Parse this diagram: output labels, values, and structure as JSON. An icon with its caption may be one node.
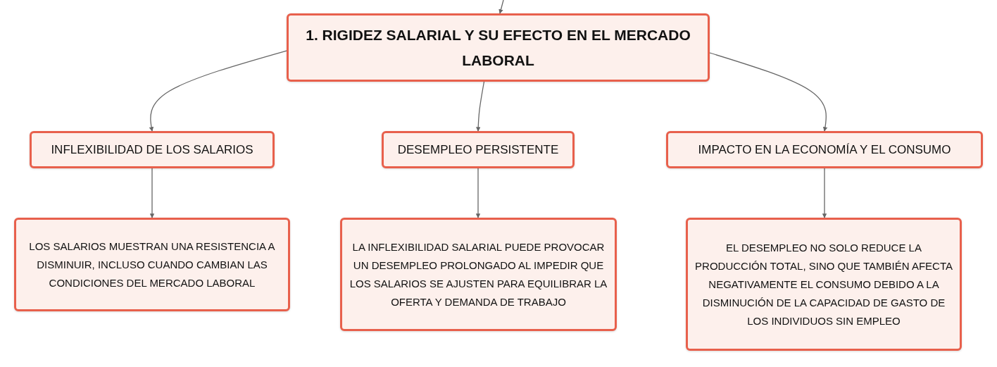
{
  "diagram": {
    "nodes": [
      {
        "text": [
          "1. RIGIDEZ SALARIAL Y SU EFECTO EN EL MERCADO LABORAL"
        ]
      },
      {
        "text": [
          "INFLEXIBILIDAD DE LOS SALARIOS"
        ]
      },
      {
        "text": [
          "DESEMPLEO PERSISTENTE"
        ]
      },
      {
        "text": [
          "IMPACTO EN LA ECONOMÍA Y EL CONSUMO"
        ]
      },
      {
        "text": [
          "LOS SALARIOS MUESTRAN UNA RESISTENCIA A DISMINUIR, INCLUSO CUANDO CAMBIAN LAS CONDICIONES DEL MERCADO LABORAL"
        ]
      },
      {
        "text": [
          "LA INFLEXIBILIDAD SALARIAL PUEDE PROVOCAR UN DESEMPLEO PROLONGADO AL IMPEDIR QUE LOS SALARIOS SE AJUSTEN PARA EQUILIBRAR LA OFERTA Y DEMANDA DE TRABAJO"
        ]
      },
      {
        "text": [
          "EL DESEMPLEO NO SOLO REDUCE LA PRODUCCIÓN TOTAL, SINO QUE TAMBIÉN AFECTA NEGATIVAMENTE EL CONSUMO DEBIDO A LA DISMINUCIÓN DE LA CAPACIDAD DE GASTO DE LOS INDIVIDUOS SIN EMPLEO"
        ]
      }
    ],
    "edges": [
      {
        "from": null,
        "to": 0,
        "arrow": "to"
      },
      {
        "from": 0,
        "to": 1,
        "arrow": "to"
      },
      {
        "from": 0,
        "to": 2,
        "arrow": "to"
      },
      {
        "from": 0,
        "to": 3,
        "arrow": "to"
      },
      {
        "from": 1,
        "to": 4,
        "arrow": "to"
      },
      {
        "from": 2,
        "to": 5,
        "arrow": "to"
      },
      {
        "from": 3,
        "to": 6,
        "arrow": "to"
      }
    ]
  }
}
